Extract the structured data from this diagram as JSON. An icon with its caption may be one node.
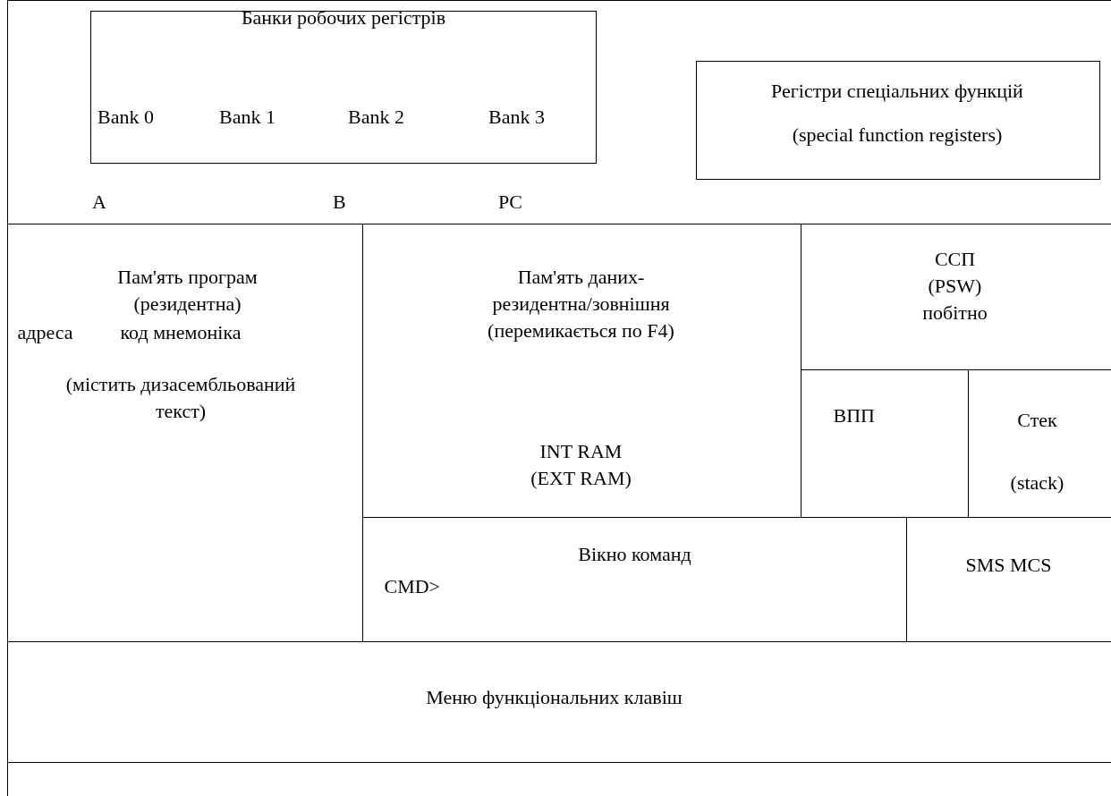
{
  "diagram": {
    "nodes": [
      {
        "text": [],
        "shape": "box"
      },
      {
        "text": [
          "Банки робочих регістрів",
          "Bank 0",
          "Bank 1",
          "Bank 2",
          "Bank 3"
        ],
        "in": 0
      },
      {
        "text": [
          "Регістри спеціальних функцій",
          "(special function registers)"
        ],
        "in": 0
      },
      {
        "text": [
          "Пам'ять програм (резидентна)",
          "адреса",
          "код мнемоніка",
          "(містить дизасембльований текст)"
        ]
      },
      {
        "text": [
          "Пам'ять даних- резидентна/зовнішня (перемикається по F4)",
          "INT RAM (EXT RAM)"
        ]
      },
      {
        "text": [
          "ССП (PSW) побітно"
        ]
      },
      {
        "text": [
          "ВПП"
        ]
      },
      {
        "text": [
          "Стек",
          "(stack)"
        ]
      },
      {
        "text": [
          "Вікно команд",
          "CMD>"
        ]
      },
      {
        "text": [
          "SMS MCS"
        ]
      },
      {
        "text": [
          "Меню функціональних клавіш"
        ]
      },
      {
        "text": [],
        "shape": "box"
      }
    ],
    "edges": [],
    "labels": [
      "A",
      "B",
      "PC"
    ]
  }
}
